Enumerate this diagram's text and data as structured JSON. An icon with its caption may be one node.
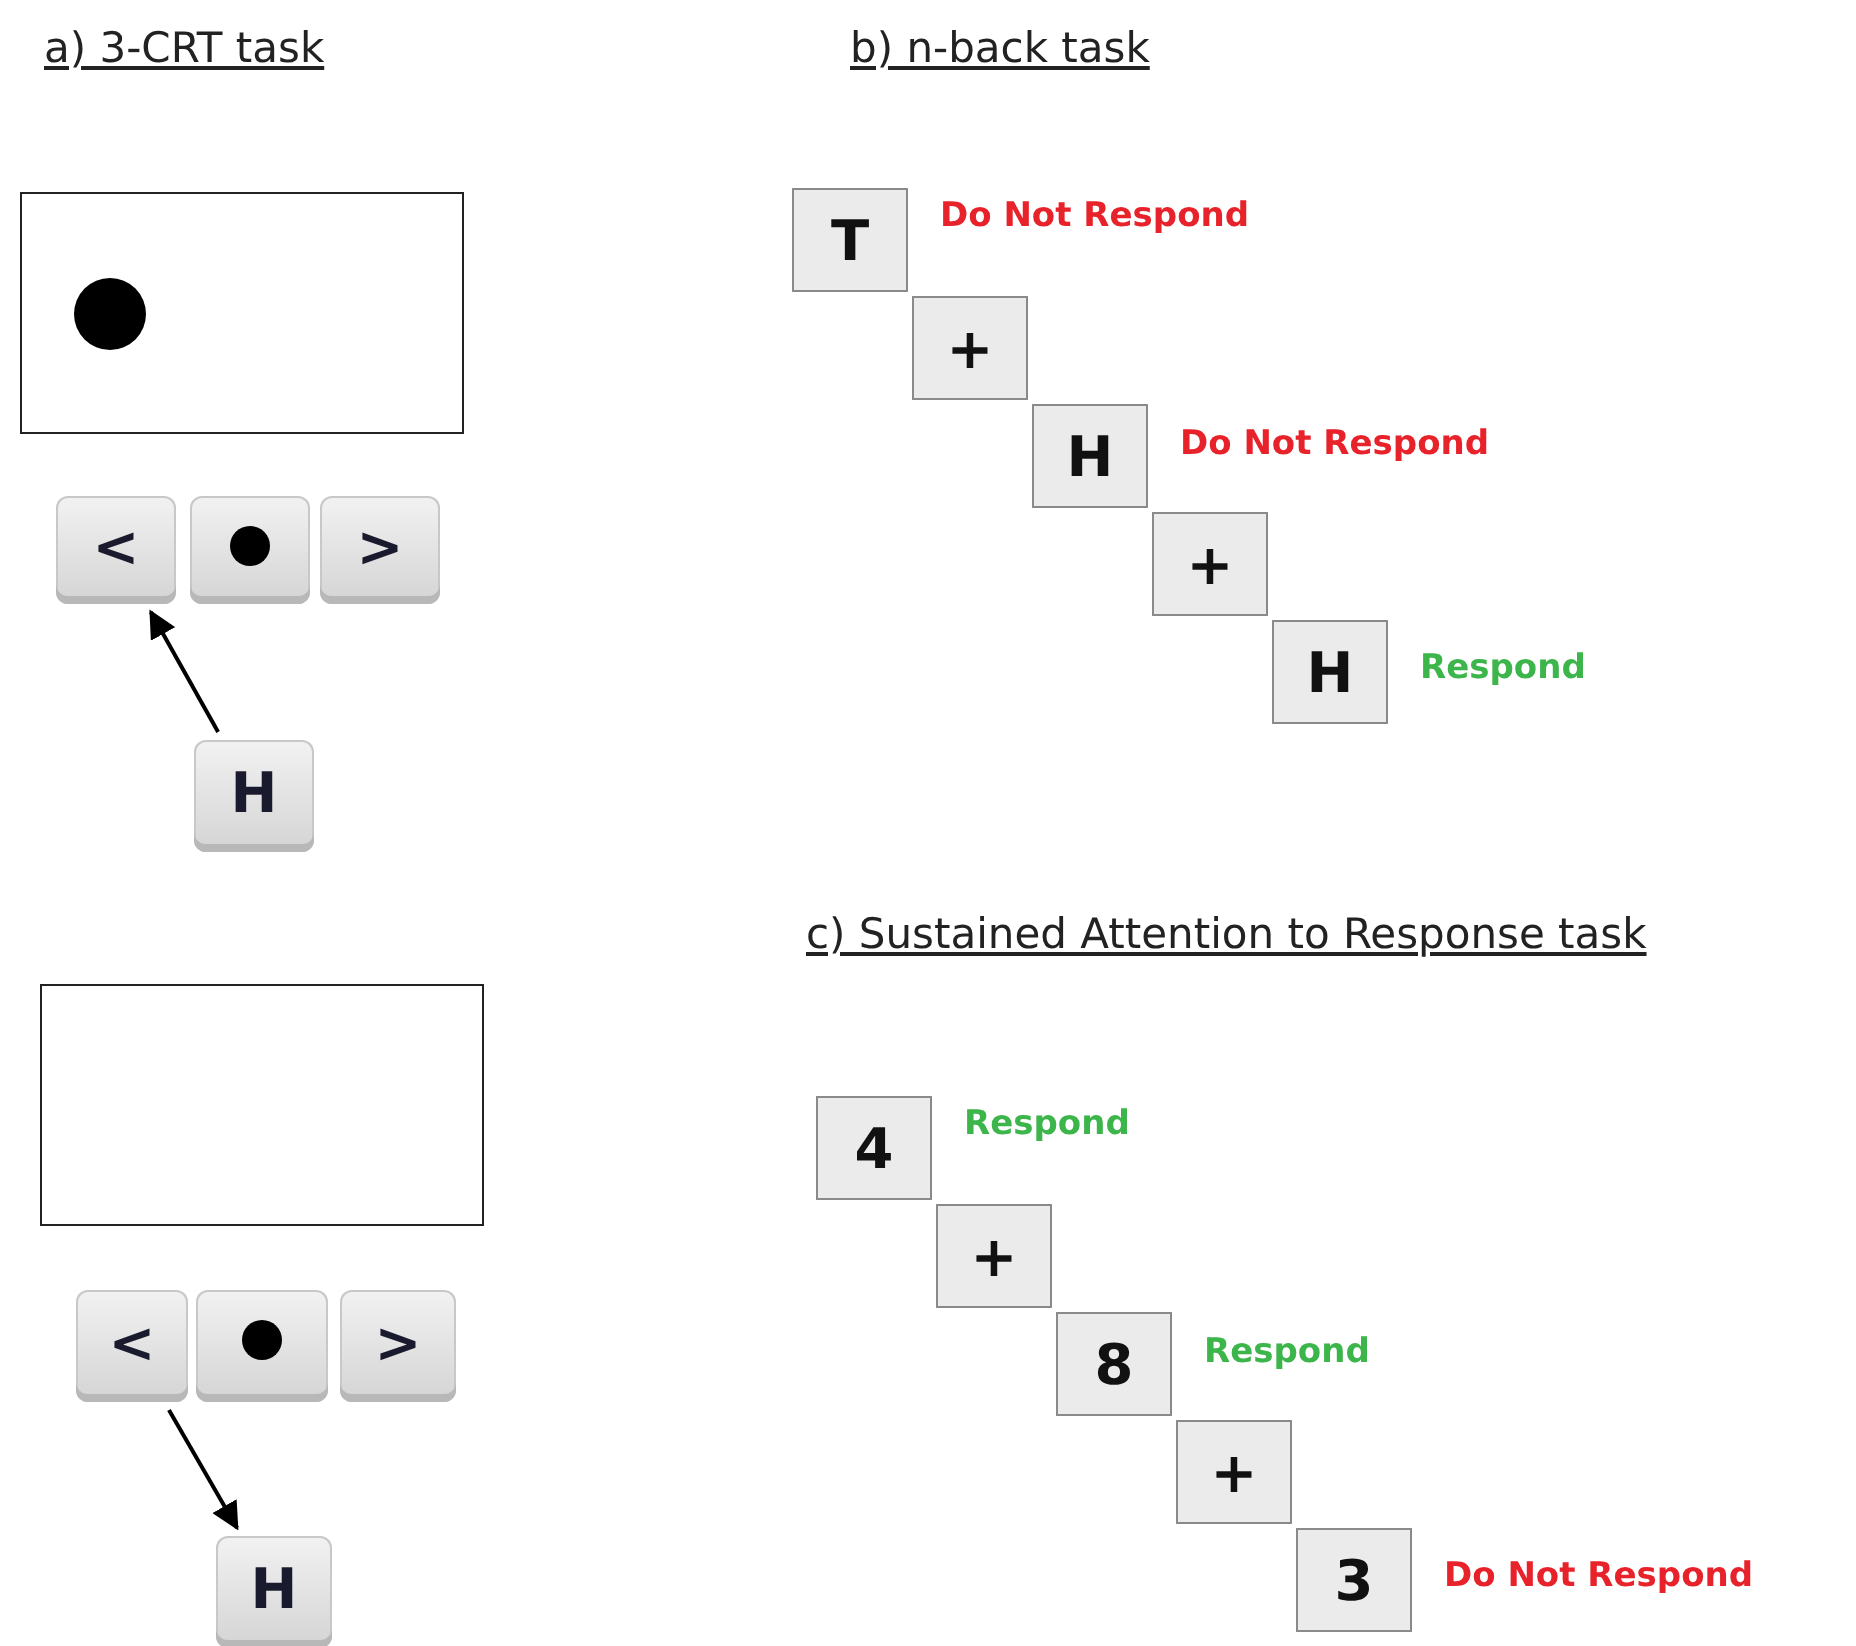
{
  "diagram": {
    "nodes": [
      {
        "text": [],
        "shape": "box"
      },
      {
        "text": [
          "<"
        ]
      },
      {
        "text": [],
        "shape": "box"
      },
      {
        "text": [
          ">"
        ]
      },
      {
        "text": [
          "H"
        ]
      },
      {
        "text": [],
        "shape": "box"
      },
      {
        "text": [
          "<"
        ]
      },
      {
        "text": [],
        "shape": "box"
      },
      {
        "text": [
          ">"
        ]
      },
      {
        "text": [
          "H"
        ]
      },
      {
        "text": [
          "T"
        ],
        "beside": [
          "Do Not Respond"
        ]
      },
      {
        "text": [
          "+"
        ]
      },
      {
        "text": [
          "H"
        ],
        "beside": [
          "Do Not Respond"
        ]
      },
      {
        "text": [
          "+"
        ]
      },
      {
        "text": [
          "H"
        ],
        "beside": [
          "Respond"
        ]
      },
      {
        "text": [
          "4"
        ],
        "beside": [
          "Respond"
        ]
      },
      {
        "text": [
          "+"
        ]
      },
      {
        "text": [
          "8"
        ],
        "beside": [
          "Respond"
        ]
      },
      {
        "text": [
          "+"
        ]
      },
      {
        "text": [
          "3"
        ],
        "beside": [
          "Do Not Respond"
        ]
      }
    ],
    "edges": [
      {
        "from": 4,
        "to": 1,
        "arrow": "to"
      },
      {
        "from": 6,
        "to": 9,
        "arrow": "to"
      }
    ],
    "labels": [
      "a) 3-CRT task",
      "b) n-back task",
      "c) Sustained Attention to Response task"
    ]
  }
}
